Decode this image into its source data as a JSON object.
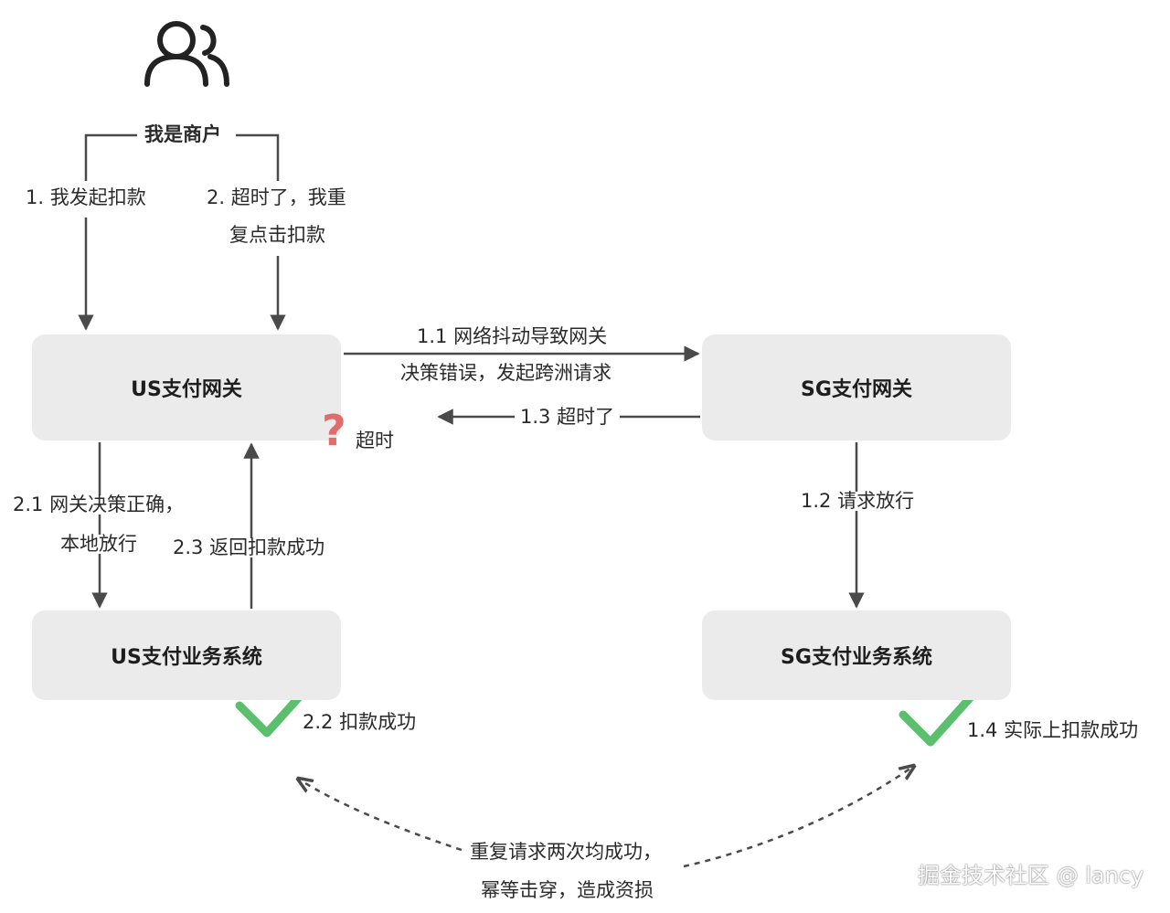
{
  "merchant": {
    "icon": "users-icon",
    "label": "我是商户"
  },
  "nodes": {
    "us_gateway": "US支付网关",
    "sg_gateway": "SG支付网关",
    "us_business": "US支付业务系统",
    "sg_business": "SG支付业务系统"
  },
  "edges": {
    "step1": "1. 我发起扣款",
    "step2_line1": "2. 超时了，我重",
    "step2_line2": "复点击扣款",
    "step1_1_line1": "1.1 网络抖动导致网关",
    "step1_1_line2": "决策错误，发起跨洲请求",
    "step1_3": "1.3 超时了",
    "timeout": {
      "icon": "question-mark-icon",
      "label": "超时"
    },
    "step1_2": "1.2 请求放行",
    "step2_1_line1": "2.1 网关决策正确，",
    "step2_1_line2": "本地放行",
    "step2_3": "2.3 返回扣款成功",
    "step2_2": {
      "icon": "check-icon",
      "label": "2.2 扣款成功"
    },
    "step1_4": {
      "icon": "check-icon",
      "label": "1.4 实际上扣款成功"
    },
    "duplicate_line1": "重复请求两次均成功，",
    "duplicate_line2": "幂等击穿，造成资损"
  },
  "watermark": "掘金技术社区 @ lancy",
  "colors": {
    "box_fill": "#ebebeb",
    "arrow": "#4a4a4a",
    "check": "#5cbf6e",
    "question": "#e06c6c"
  }
}
